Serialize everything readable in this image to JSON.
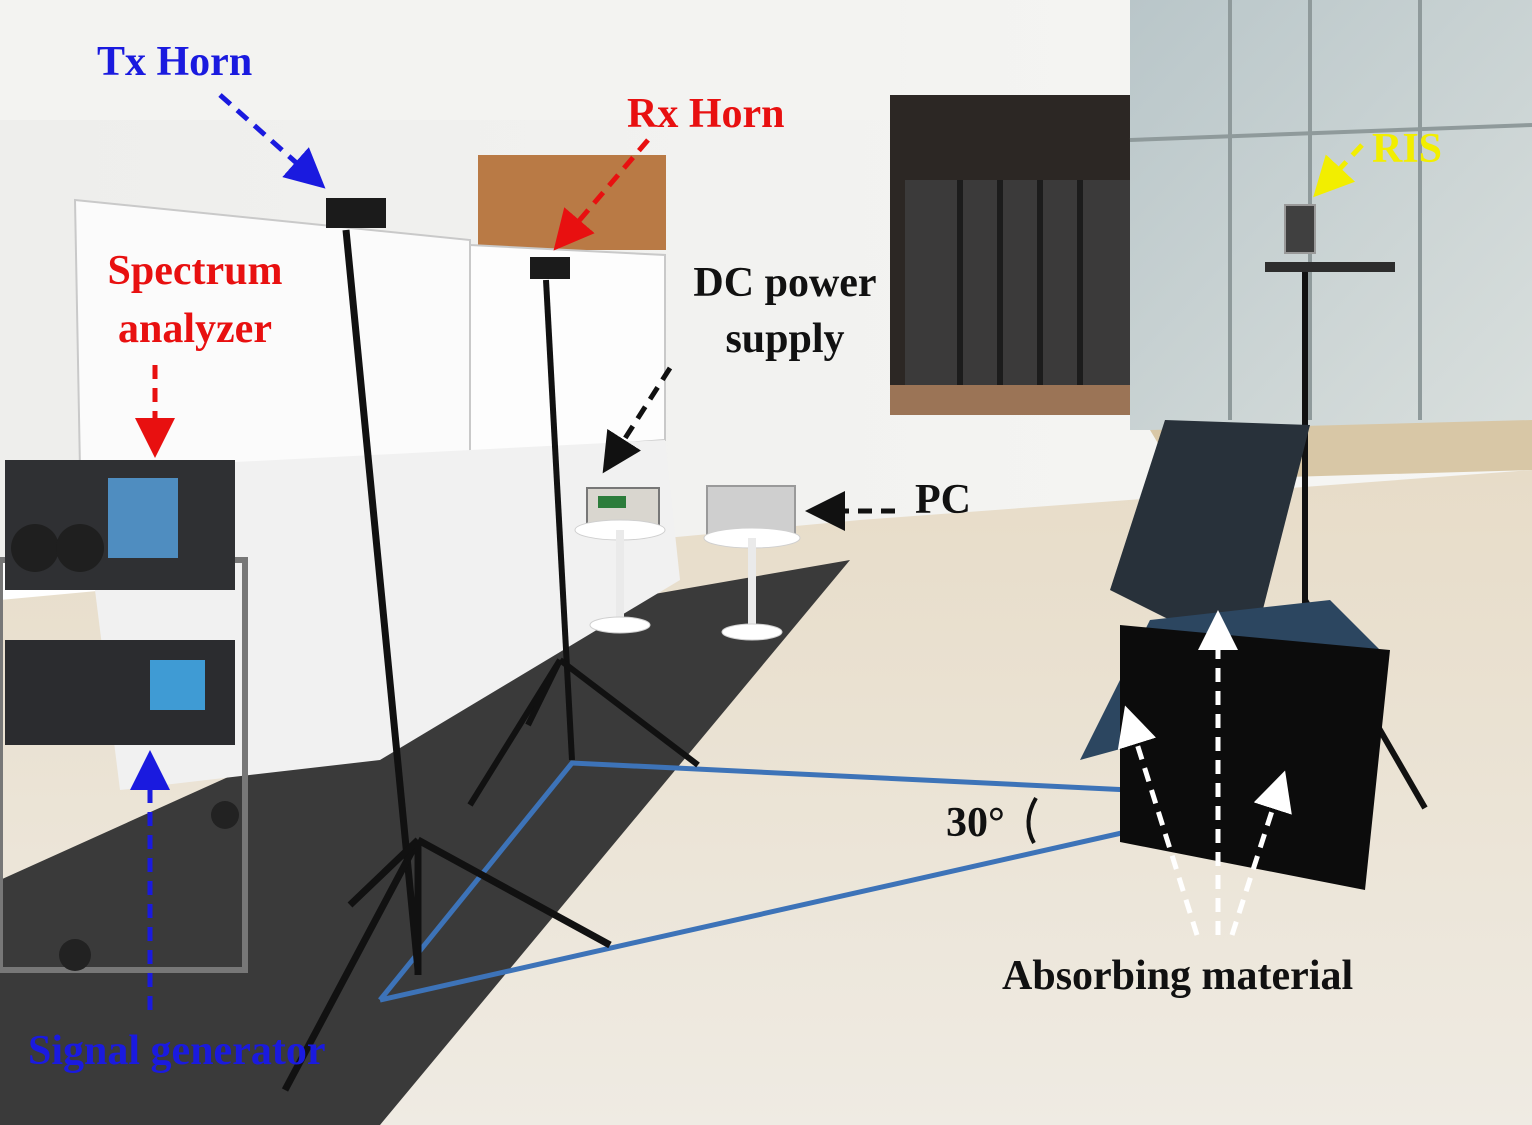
{
  "labels": {
    "tx_horn": "Tx Horn",
    "rx_horn": "Rx Horn",
    "spectrum_line1": "Spectrum",
    "spectrum_line2": "analyzer",
    "dc_line1": "DC power",
    "dc_line2": "supply",
    "pc": "PC",
    "ris": "RIS",
    "angle": "30°",
    "absorbing": "Absorbing material",
    "signal_generator": "Signal generator"
  },
  "colors": {
    "blue_label": "#1a1adf",
    "red_label": "#e81010",
    "black_label": "#111111",
    "yellow_label": "#f2ee00",
    "white_arrow": "#ffffff",
    "tape_blue": "#3d73b8"
  }
}
